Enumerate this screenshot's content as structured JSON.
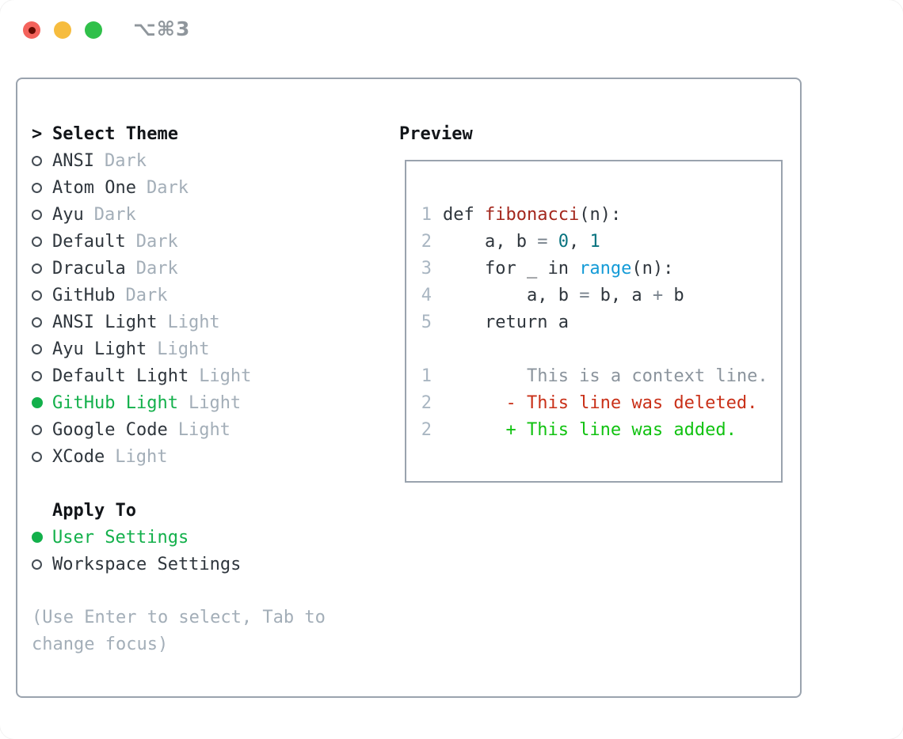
{
  "window": {
    "shortcut": "⌥⌘3"
  },
  "colors": {
    "accent_green": "#13b04b",
    "added_green": "#11c211",
    "deleted_red": "#c93018",
    "function_red": "#a3271d",
    "builtin_blue": "#149bd7",
    "number_teal": "#08737f",
    "context_gray": "#8b949d",
    "muted_gray": "#a3aeb8",
    "border_gray": "#9aa3ae",
    "traffic_red": "#f4635c",
    "traffic_yellow": "#f6bc3e",
    "traffic_green": "#30c04a"
  },
  "theme_picker": {
    "prompt": ">",
    "title": "Select Theme",
    "items": [
      {
        "name": "ANSI",
        "variant": "Dark",
        "selected": false
      },
      {
        "name": "Atom One",
        "variant": "Dark",
        "selected": false
      },
      {
        "name": "Ayu",
        "variant": "Dark",
        "selected": false
      },
      {
        "name": "Default",
        "variant": "Dark",
        "selected": false
      },
      {
        "name": "Dracula",
        "variant": "Dark",
        "selected": false
      },
      {
        "name": "GitHub",
        "variant": "Dark",
        "selected": false
      },
      {
        "name": "ANSI Light",
        "variant": "Light",
        "selected": false
      },
      {
        "name": "Ayu Light",
        "variant": "Light",
        "selected": false
      },
      {
        "name": "Default Light",
        "variant": "Light",
        "selected": false
      },
      {
        "name": "GitHub Light",
        "variant": "Light",
        "selected": true
      },
      {
        "name": "Google Code",
        "variant": "Light",
        "selected": false
      },
      {
        "name": "XCode",
        "variant": "Light",
        "selected": false
      }
    ],
    "apply_title": "Apply To",
    "apply_options": [
      {
        "label": "User Settings",
        "selected": true
      },
      {
        "label": "Workspace Settings",
        "selected": false
      }
    ],
    "hint": "(Use Enter to select, Tab to change focus)"
  },
  "preview": {
    "title": "Preview",
    "lines": [
      {
        "num": "1",
        "tokens": [
          [
            "plain",
            "def "
          ],
          [
            "func",
            "fibonacci"
          ],
          [
            "plain",
            "(n):"
          ]
        ]
      },
      {
        "num": "2",
        "tokens": [
          [
            "plain",
            "    a, b "
          ],
          [
            "op",
            "="
          ],
          [
            "plain",
            " "
          ],
          [
            "number",
            "0"
          ],
          [
            "plain",
            ", "
          ],
          [
            "number",
            "1"
          ]
        ]
      },
      {
        "num": "3",
        "tokens": [
          [
            "plain",
            "    for _ in "
          ],
          [
            "builtin",
            "range"
          ],
          [
            "plain",
            "(n):"
          ]
        ]
      },
      {
        "num": "4",
        "tokens": [
          [
            "plain",
            "        a, b "
          ],
          [
            "op",
            "="
          ],
          [
            "plain",
            " b, a "
          ],
          [
            "op",
            "+"
          ],
          [
            "plain",
            " b"
          ]
        ]
      },
      {
        "num": "5",
        "tokens": [
          [
            "plain",
            "    return a"
          ]
        ]
      },
      {
        "num": "",
        "tokens": []
      },
      {
        "num": "1",
        "tokens": [
          [
            "ctx",
            "        This is a context line."
          ]
        ]
      },
      {
        "num": "2",
        "tokens": [
          [
            "del",
            "      - This line was deleted."
          ]
        ]
      },
      {
        "num": "2",
        "tokens": [
          [
            "add",
            "      + This line was added."
          ]
        ]
      }
    ]
  }
}
